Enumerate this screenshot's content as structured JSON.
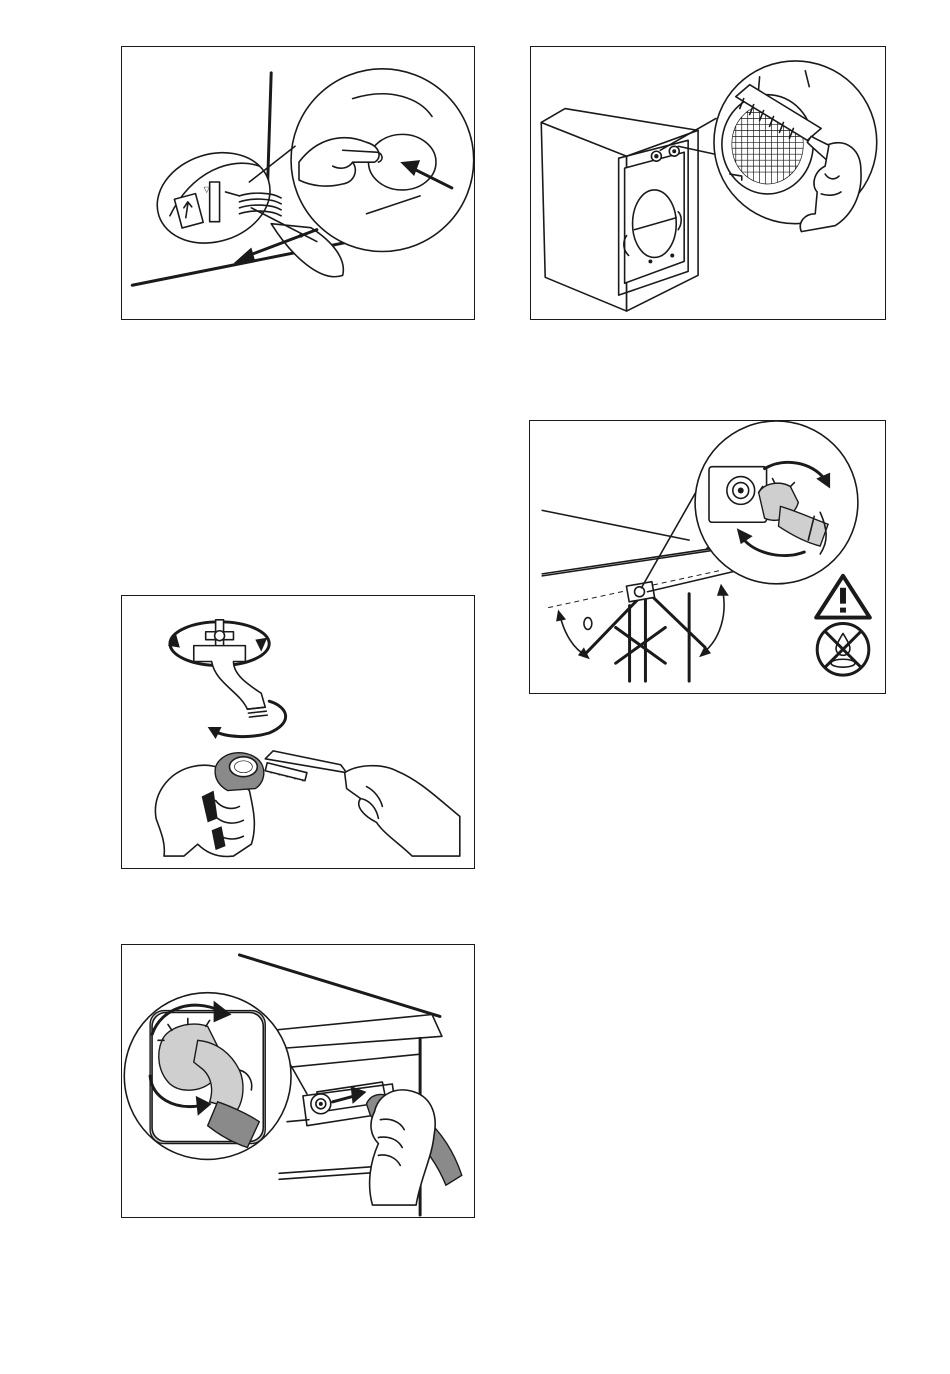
{
  "figures": [
    {
      "id": "fig-detergent-dispenser-removal",
      "interactable": false
    },
    {
      "id": "fig-inlet-filter-brush",
      "interactable": false
    },
    {
      "id": "fig-hose-reconnect-warning",
      "interactable": false,
      "icons": [
        "warning-triangle-icon",
        "no-leak-icon"
      ]
    },
    {
      "id": "fig-tap-nozzle-cleaning",
      "interactable": false
    },
    {
      "id": "fig-hose-unscrew",
      "interactable": false
    }
  ]
}
